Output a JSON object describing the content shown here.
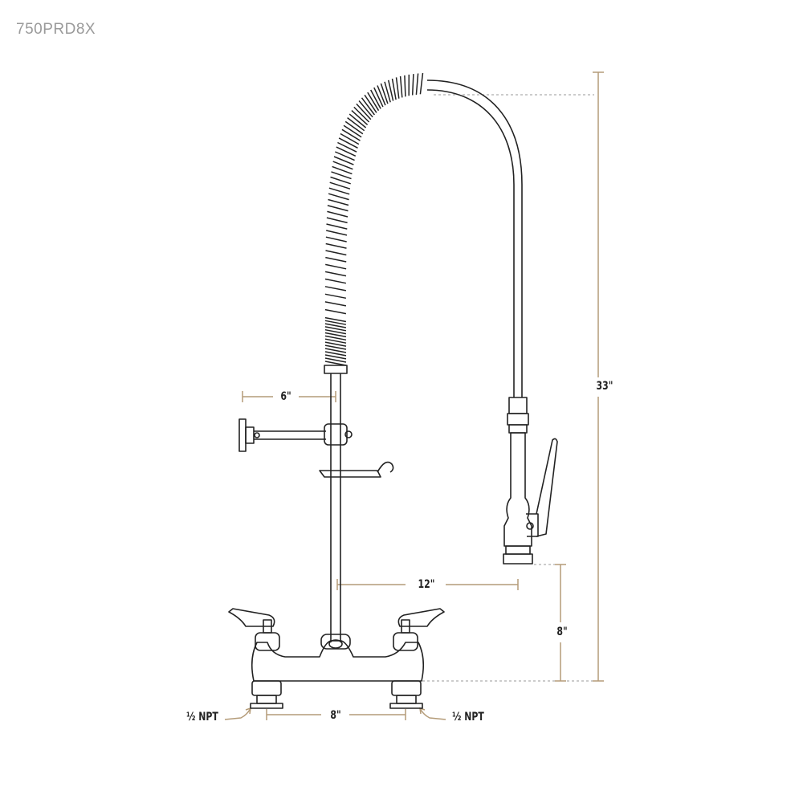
{
  "model_number": "750PRD8X",
  "dimensions": {
    "overall_height": "33\"",
    "spray_height": "8\"",
    "spray_reach": "12\"",
    "wall_bracket": "6\"",
    "center_spacing": "8\""
  },
  "inlets": {
    "left": "½ NPT",
    "right": "½ NPT"
  },
  "colors": {
    "dimension_line": "#b49b78",
    "drawing_line": "#222222",
    "guide_line": "#9a9a9a"
  }
}
